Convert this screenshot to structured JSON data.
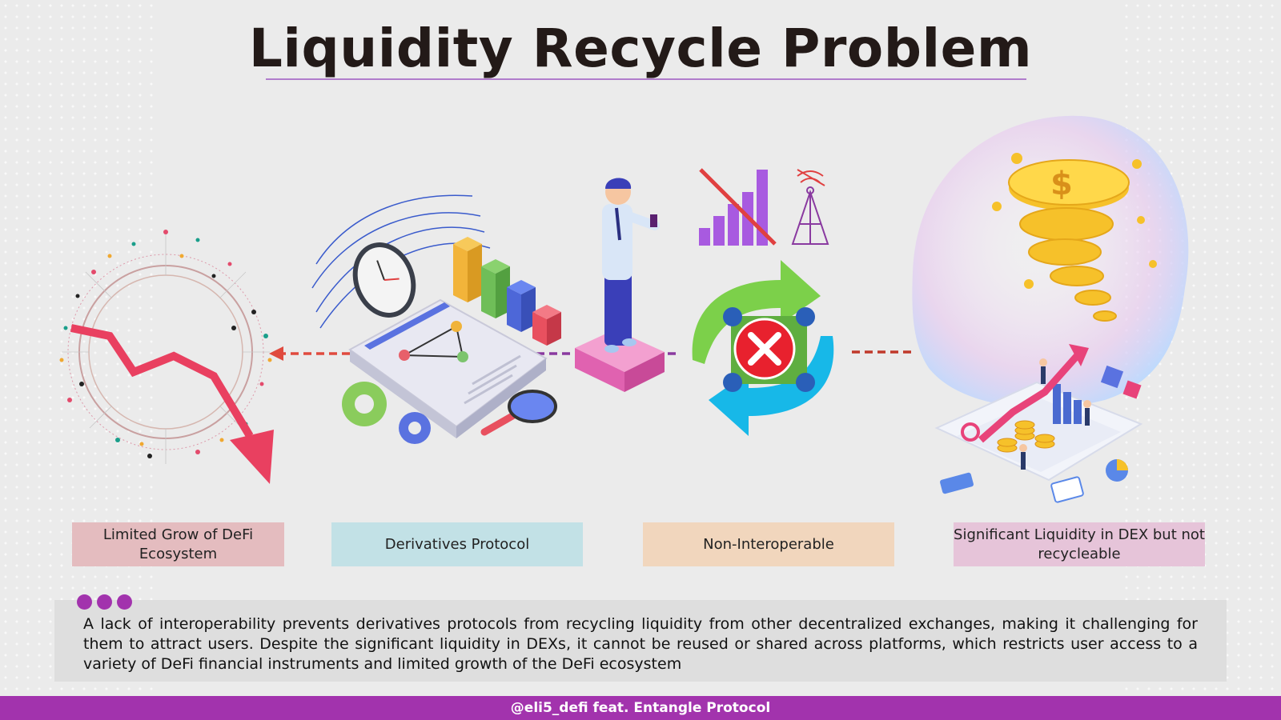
{
  "title": "Liquidity Recycle Problem",
  "labels": {
    "limited_growth": "Limited Grow of DeFi Ecosystem",
    "derivatives": "Derivatives Protocol",
    "non_interoperable": "Non-Interoperable",
    "significant_liquidity": "Significant Liquidity in DEX but not recycleable"
  },
  "description": "A lack of interoperability prevents derivatives protocols from recycling liquidity from other decentralized exchanges, making it challenging for them to attract users. Despite the significant liquidity in DEXs, it cannot be reused or shared across platforms, which restricts user access to a variety of DeFi financial instruments and limited growth of the DeFi ecosystem",
  "footer": "@eli5_defi feat. Entangle Protocol",
  "icons": [
    "sunburst-decline-icon",
    "derivatives-dashboard-icon",
    "investor-figure-icon",
    "no-signal-icon",
    "broken-recycle-icon",
    "money-tornado-icon"
  ],
  "colors": {
    "accent": "#a233ad",
    "title": "#231a18",
    "arrow_red": "#e04040",
    "label_pink": "#e4bcbf",
    "label_teal": "#c2e1e6",
    "label_peach": "#f1d6bd",
    "label_mauve": "#e6c4d9"
  }
}
